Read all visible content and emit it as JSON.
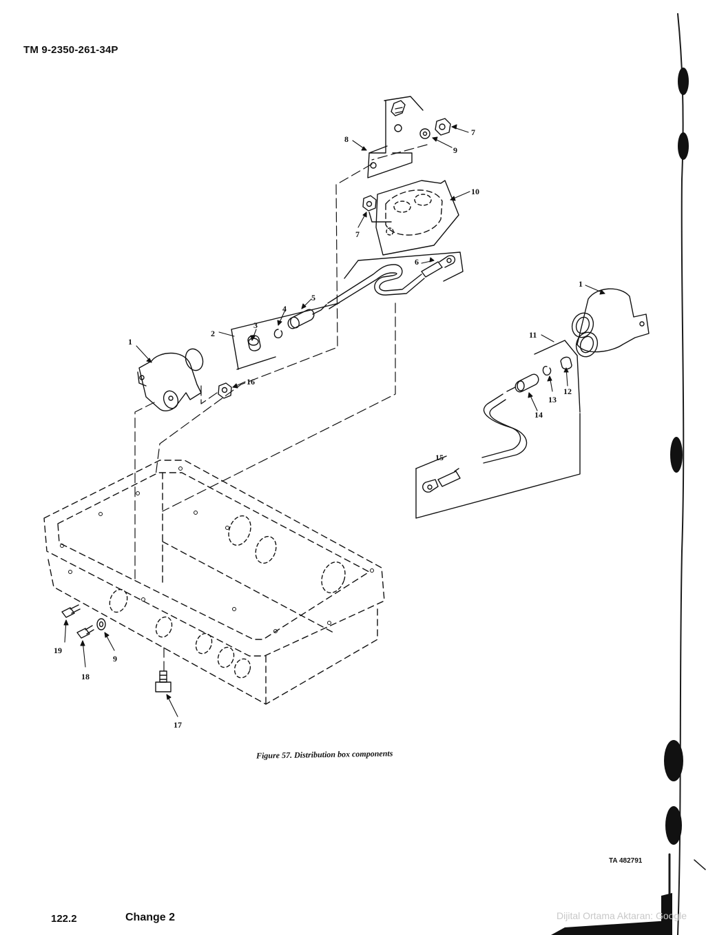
{
  "document": {
    "header": "TM 9-2350-261-34P",
    "figure_caption": "Figure 57.  Distribution box components",
    "ta_number": "TA 482791",
    "page_number": "122.2",
    "change_label": "Change 2",
    "watermark": "Dijital Ortama Aktaran: Google"
  },
  "callouts": {
    "c1a": "1",
    "c1b": "1",
    "c2": "2",
    "c3": "3",
    "c4": "4",
    "c5": "5",
    "c6": "6",
    "c7a": "7",
    "c7b": "7",
    "c8": "8",
    "c9a": "9",
    "c9b": "9",
    "c10": "10",
    "c11": "11",
    "c12": "12",
    "c13": "13",
    "c14": "14",
    "c15": "15",
    "c16": "16",
    "c17": "17",
    "c18": "18",
    "c19": "19"
  },
  "colors": {
    "ink": "#111111",
    "binding": "#1a1a1a",
    "watermark": "#c8c8c8"
  }
}
